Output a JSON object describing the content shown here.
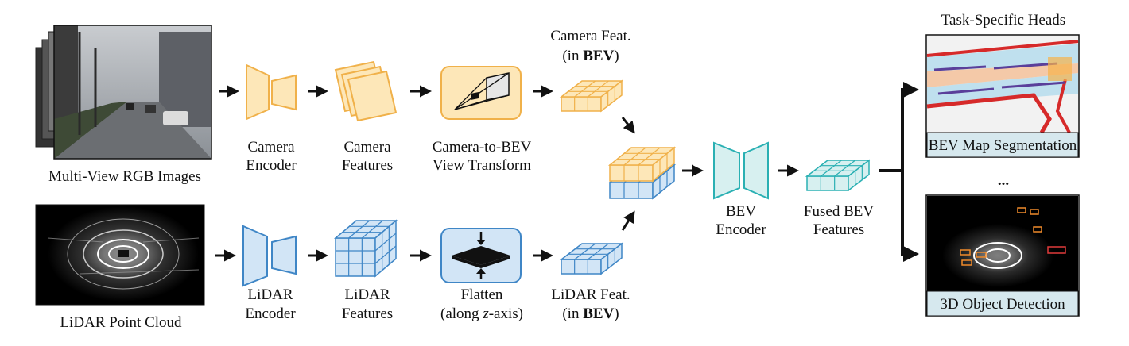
{
  "inputs": {
    "camera_images_label": "Multi-View RGB Images",
    "lidar_label": "LiDAR Point Cloud"
  },
  "camera_branch": {
    "encoder": [
      "Camera",
      "Encoder"
    ],
    "features": [
      "Camera",
      "Features"
    ],
    "transform": [
      "Camera-to-BEV",
      "View Transform"
    ],
    "bev_feat_line1": "Camera Feat.",
    "bev_feat_open": "(in ",
    "bev_feat_bold": "BEV",
    "bev_feat_close": ")"
  },
  "lidar_branch": {
    "encoder": [
      "LiDAR",
      "Encoder"
    ],
    "features": [
      "LiDAR",
      "Features"
    ],
    "flatten_line1": "Flatten",
    "flatten_open": "(along ",
    "flatten_italic": "z",
    "flatten_close": "-axis)",
    "bev_feat_line1": "LiDAR Feat.",
    "bev_feat_open": "(in ",
    "bev_feat_bold": "BEV",
    "bev_feat_close": ")"
  },
  "fusion": {
    "encoder": [
      "BEV",
      "Encoder"
    ],
    "fused": [
      "Fused BEV",
      "Features"
    ]
  },
  "heads": {
    "title": "Task-Specific Heads",
    "segmentation": "BEV Map Segmentation",
    "ellipsis": "...",
    "detection": "3D Object Detection"
  },
  "colors": {
    "camera_fill": "#fde7b8",
    "camera_stroke": "#f0b14a",
    "lidar_fill": "#d2e5f6",
    "lidar_stroke": "#3f86c6",
    "bev_fill": "#d7f0f0",
    "bev_stroke": "#2ab0b3",
    "caption_box": "#d6e8ee"
  }
}
